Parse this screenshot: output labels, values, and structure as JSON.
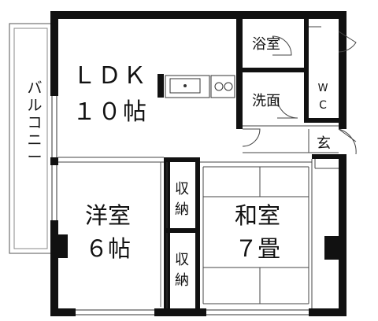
{
  "rooms": {
    "ldk": {
      "line1": "ＬＤＫ",
      "line2": "１０帖"
    },
    "western": {
      "line1": "洋室",
      "line2": "６帖"
    },
    "japanese": {
      "line1": "和室",
      "line2": "７畳"
    },
    "bath": {
      "label": "浴室"
    },
    "washroom": {
      "label": "洗面"
    },
    "wc": {
      "line1": "W",
      "line2": "C"
    },
    "entrance": {
      "label": "玄"
    },
    "storage_upper": {
      "line1": "収",
      "line2": "納"
    },
    "storage_lower": {
      "line1": "収",
      "line2": "納"
    },
    "balcony": {
      "chars": [
        "バ",
        "ル",
        "コ",
        "ニ",
        "ー"
      ]
    }
  },
  "colors": {
    "wall": "#111111",
    "line": "#333333",
    "background": "#ffffff"
  },
  "icons": [
    "kitchen-sink-icon",
    "gas-stove-icon",
    "door-swing-icon"
  ]
}
